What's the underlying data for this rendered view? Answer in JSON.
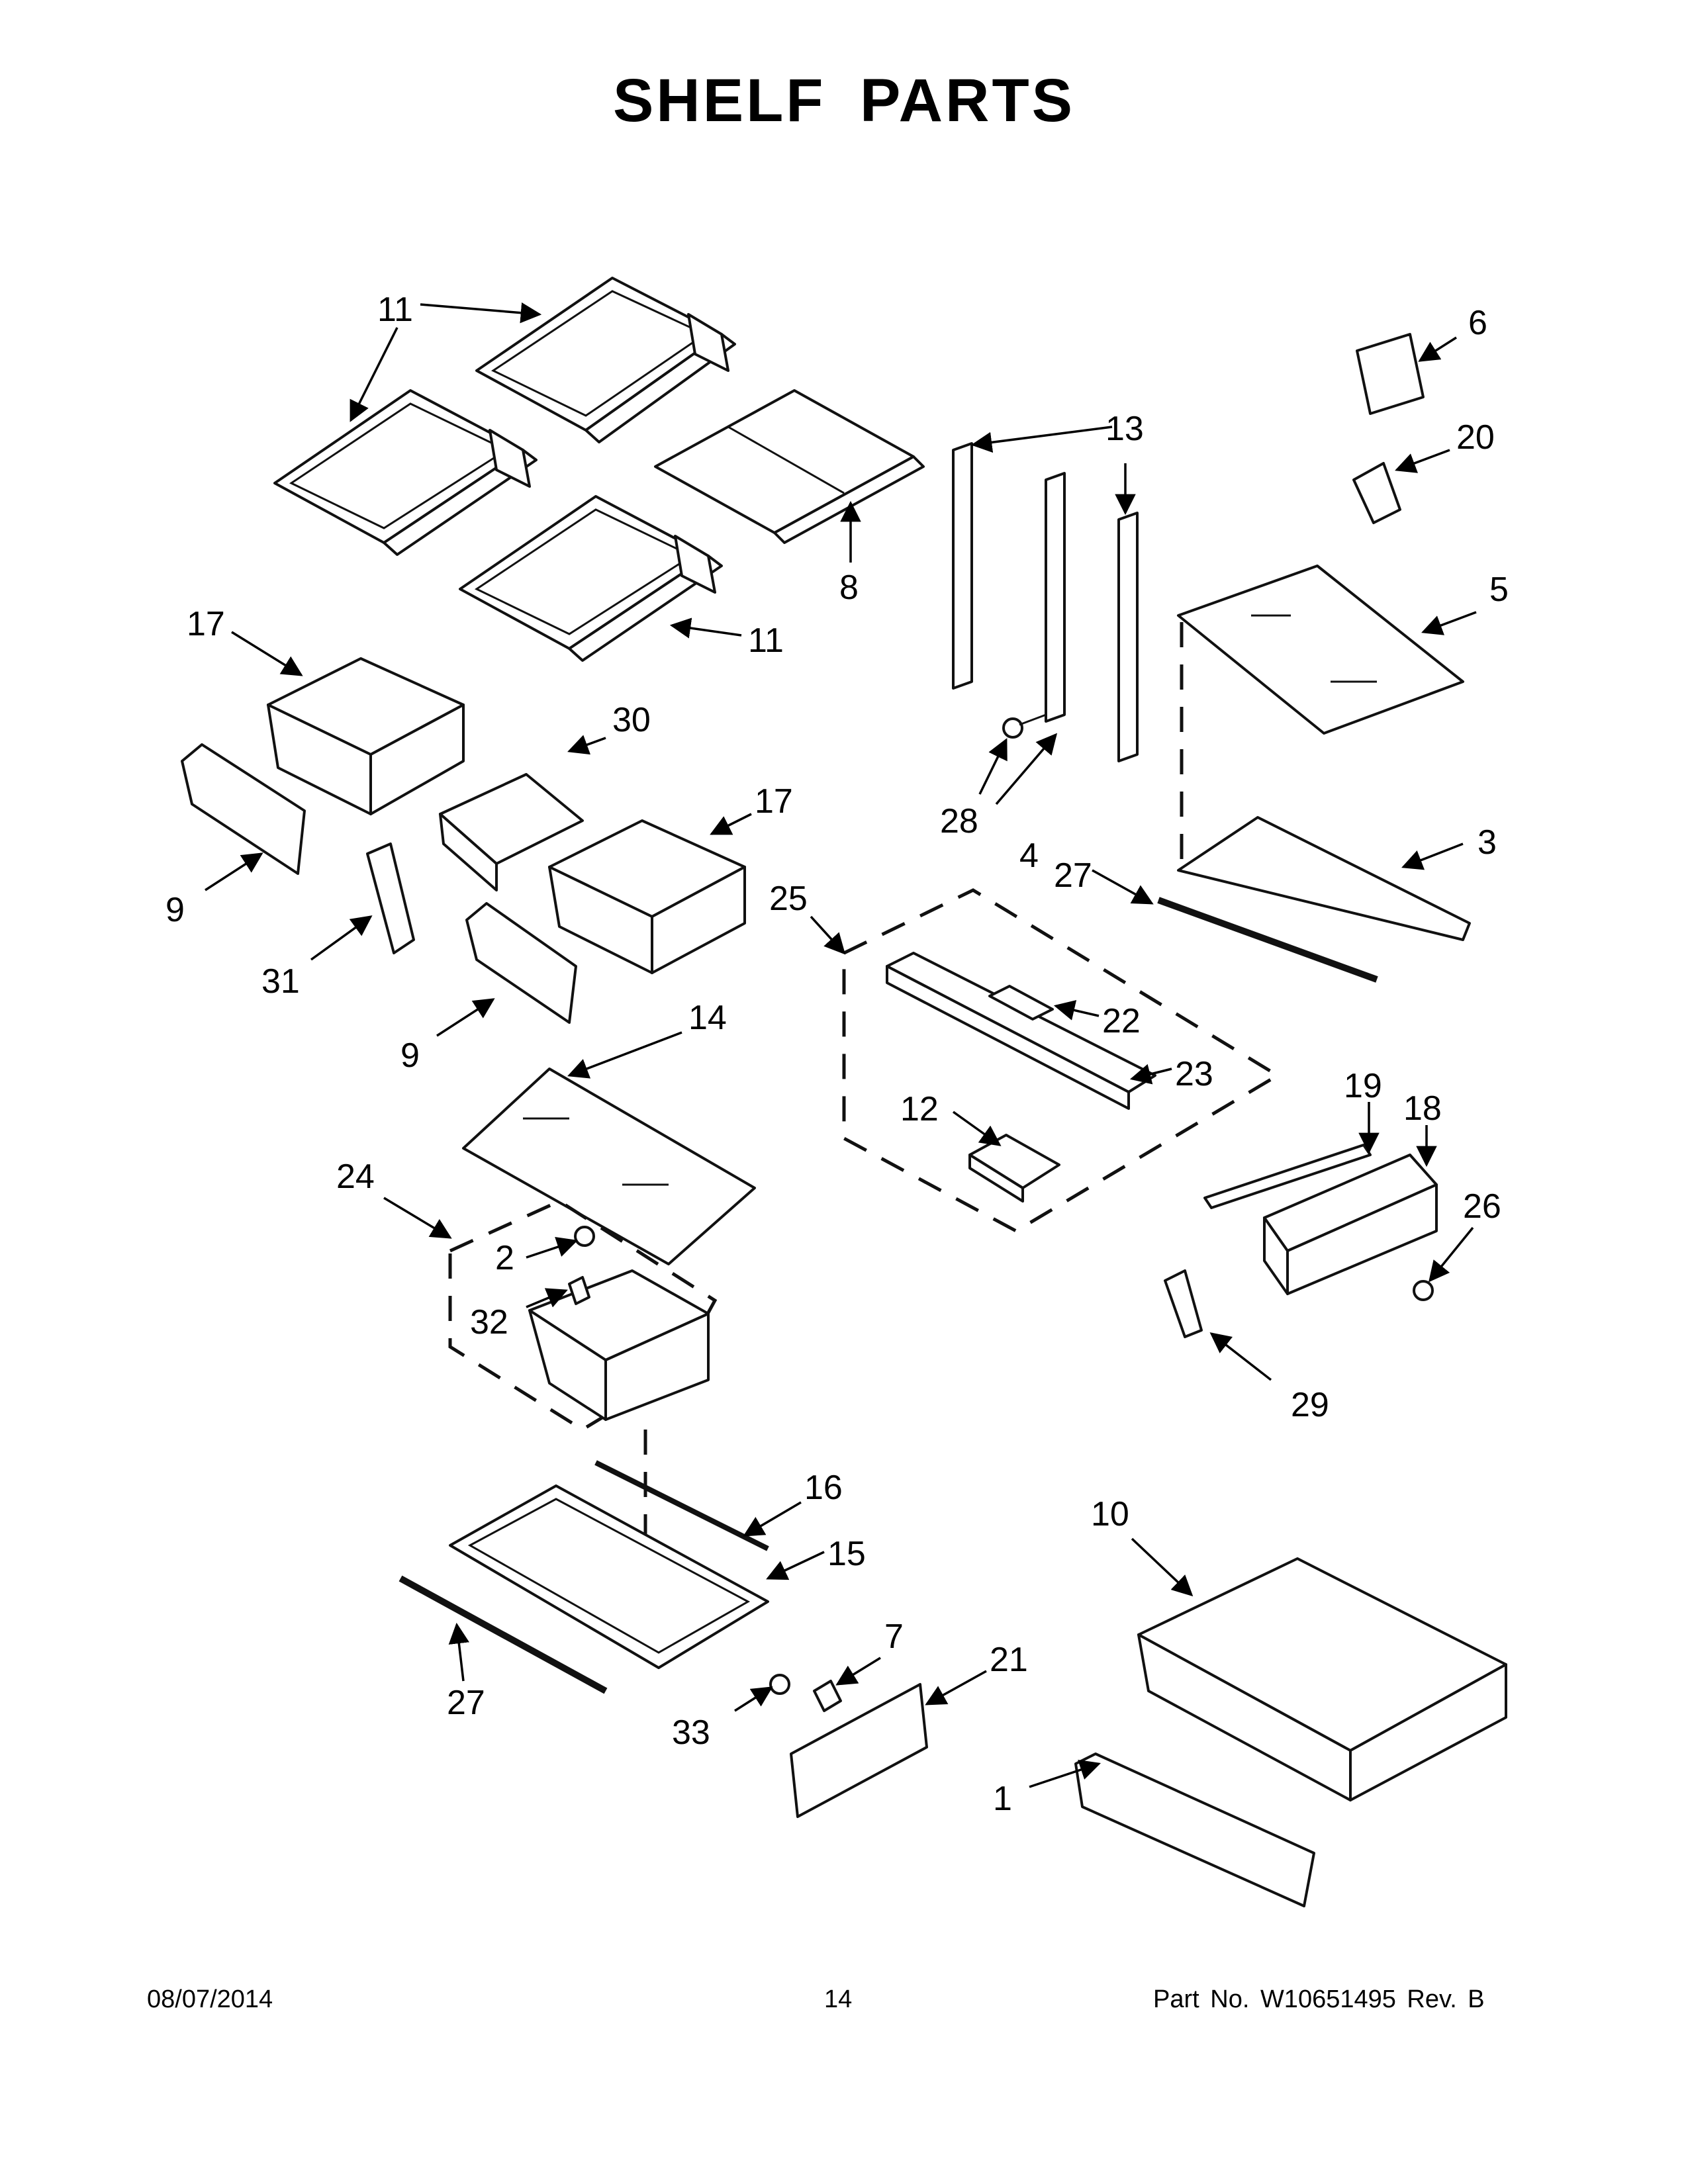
{
  "title": "SHELF PARTS",
  "callouts": {
    "c1": "1",
    "c2": "2",
    "c3": "3",
    "c4": "4",
    "c5": "5",
    "c6": "6",
    "c7": "7",
    "c8": "8",
    "c9": "9",
    "c10": "10",
    "c11": "11",
    "c12": "12",
    "c13": "13",
    "c14": "14",
    "c15": "15",
    "c16": "16",
    "c17": "17",
    "c18": "18",
    "c19": "19",
    "c20": "20",
    "c21": "21",
    "c22": "22",
    "c23": "23",
    "c24": "24",
    "c25": "25",
    "c26": "26",
    "c27": "27",
    "c28": "28",
    "c29": "29",
    "c30": "30",
    "c31": "31",
    "c32": "32",
    "c33": "33"
  },
  "footer": {
    "date": "08/07/2014",
    "page": "14",
    "part_number": "Part No.  W10651495  Rev.  B"
  }
}
